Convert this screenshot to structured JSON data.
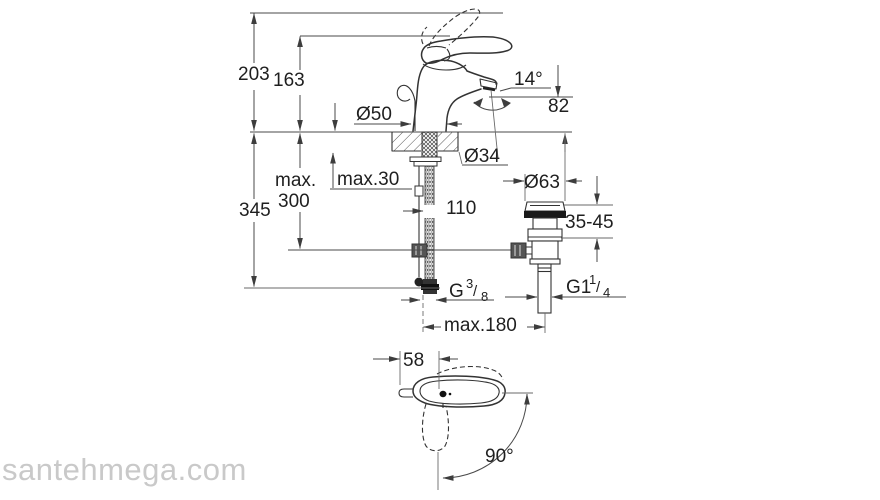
{
  "watermark": "santehmega.com",
  "colors": {
    "background": "#ffffff",
    "line": "#3d3d3d",
    "dim_line": "#4a4a4a",
    "text": "#1f1f1f",
    "watermark": "#c9c9c9"
  },
  "front_view": {
    "overall_height": "203",
    "height_to_handle": "163",
    "spout_angle": "14°",
    "spout_height": "82",
    "base_diameter": "Ø50",
    "hole_diameter": "Ø34",
    "deck_thickness_max": "max.30",
    "depth_below_deck": "345",
    "hose_length_max_line1": "max.",
    "hose_length_max_line2": "300",
    "dim_110": "110",
    "waste_flange_diameter": "Ø63",
    "waste_deck_range": "35-45",
    "supply_thread": {
      "prefix": "G",
      "numerator": "3",
      "slash": "/",
      "denominator": "8"
    },
    "waste_thread": {
      "prefix": "G1",
      "numerator": "1",
      "slash": "/",
      "denominator": "4"
    },
    "rod_reach_max": "max.180"
  },
  "top_view": {
    "spout_offset": "58",
    "handle_swivel_angle": "90°"
  }
}
